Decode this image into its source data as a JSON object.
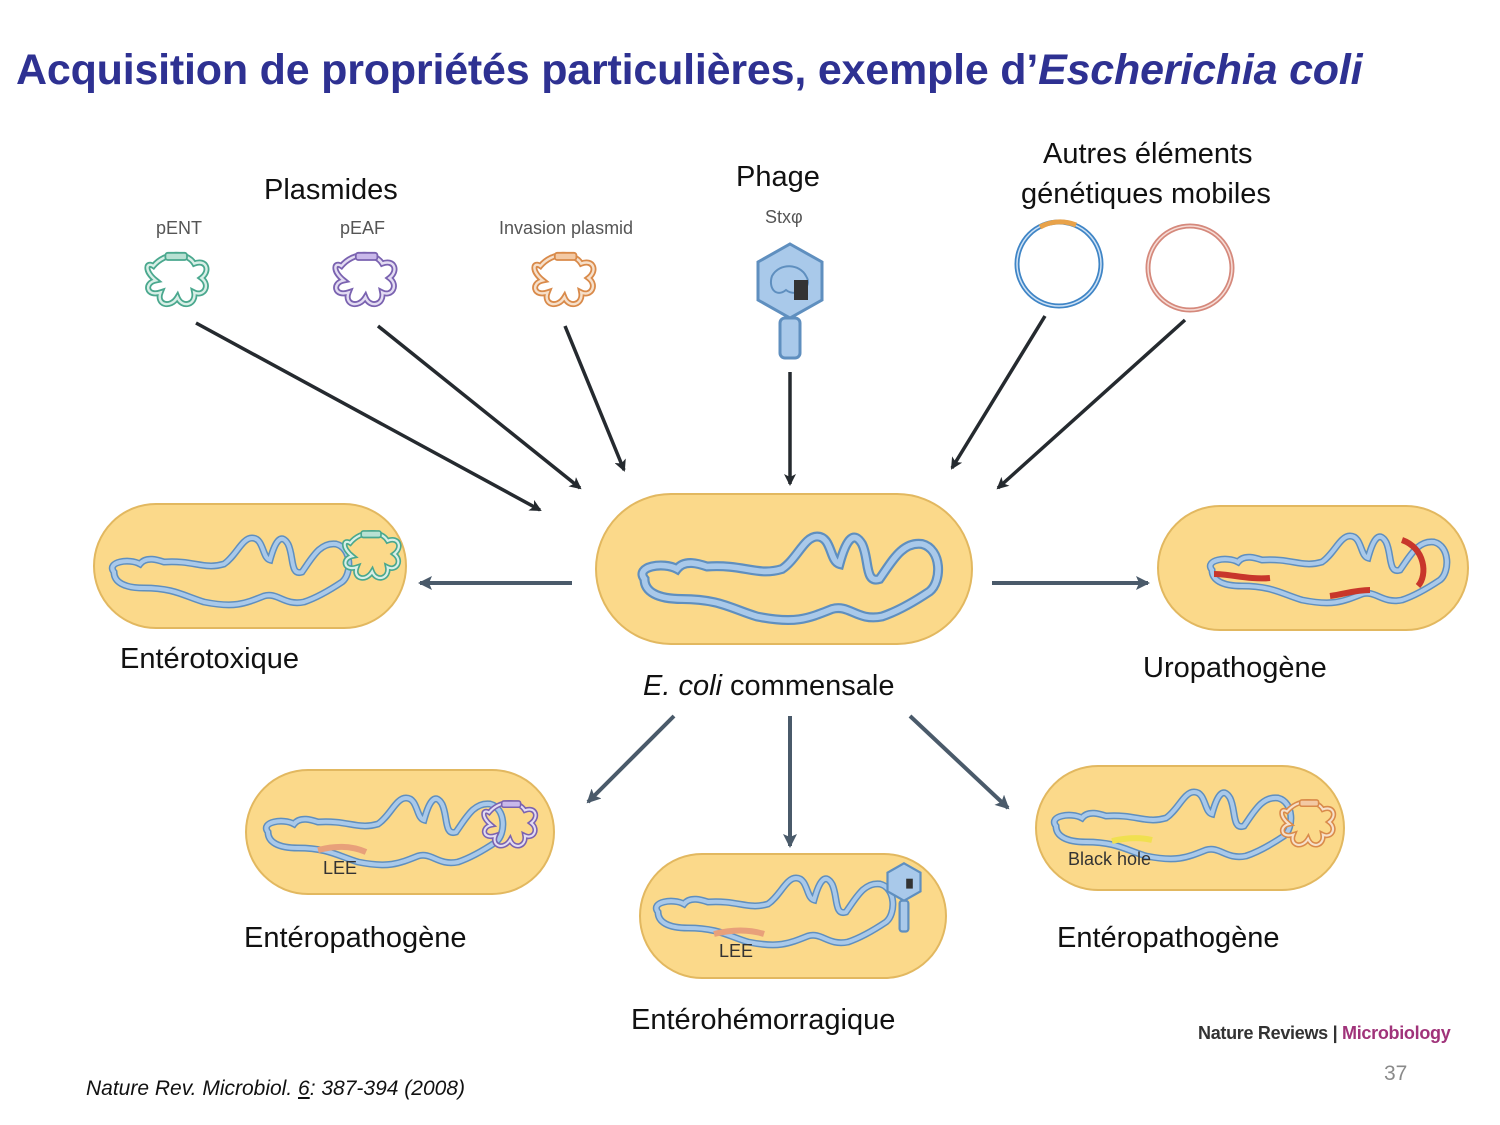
{
  "title": {
    "main": "Acquisition de propriétés particulières, exemple d’",
    "species": "Escherichia coli"
  },
  "sources": {
    "plasmids_label": "Plasmides",
    "plasmids": [
      "pENT",
      "pEAF",
      "Invasion plasmid"
    ],
    "phage_label": "Phage",
    "phage_name": "Stxφ",
    "mobile_label_line1": "Autres éléments",
    "mobile_label_line2": "génétiques mobiles"
  },
  "center": {
    "species": "E. coli",
    "name": " commensale"
  },
  "pathotypes": {
    "enterotoxique": "Entérotoxique",
    "uropathogene": "Uropathogène",
    "enteropathogene_left": "Entéropathogène",
    "enterohemorragique": "Entérohémorragique",
    "enteropathogene_right": "Entéropathogène"
  },
  "cell_labels": {
    "lee_1": "LEE",
    "lee_2": "LEE",
    "black_hole": "Black hole"
  },
  "citation": {
    "journal": "Nature Rev. Microbiol. ",
    "volume": "6",
    "pages": ": 387-394 (2008)"
  },
  "brand": {
    "journal": "Nature Reviews",
    "separator": " | ",
    "section": "Microbiology"
  },
  "page_number": "37",
  "colors": {
    "title": "#2e3192",
    "cell_fill": "#fbd98a",
    "dna": "#7ba7d7",
    "arrow": "#252a2f",
    "arrow_out": "#4a5a6a",
    "plasmid_green": "#4aa88e",
    "plasmid_purple": "#7a62b0",
    "plasmid_orange": "#d98a4a",
    "island_red": "#c8362b",
    "ring_blue": "#3f85c6",
    "ring_pink": "#d5897c"
  }
}
